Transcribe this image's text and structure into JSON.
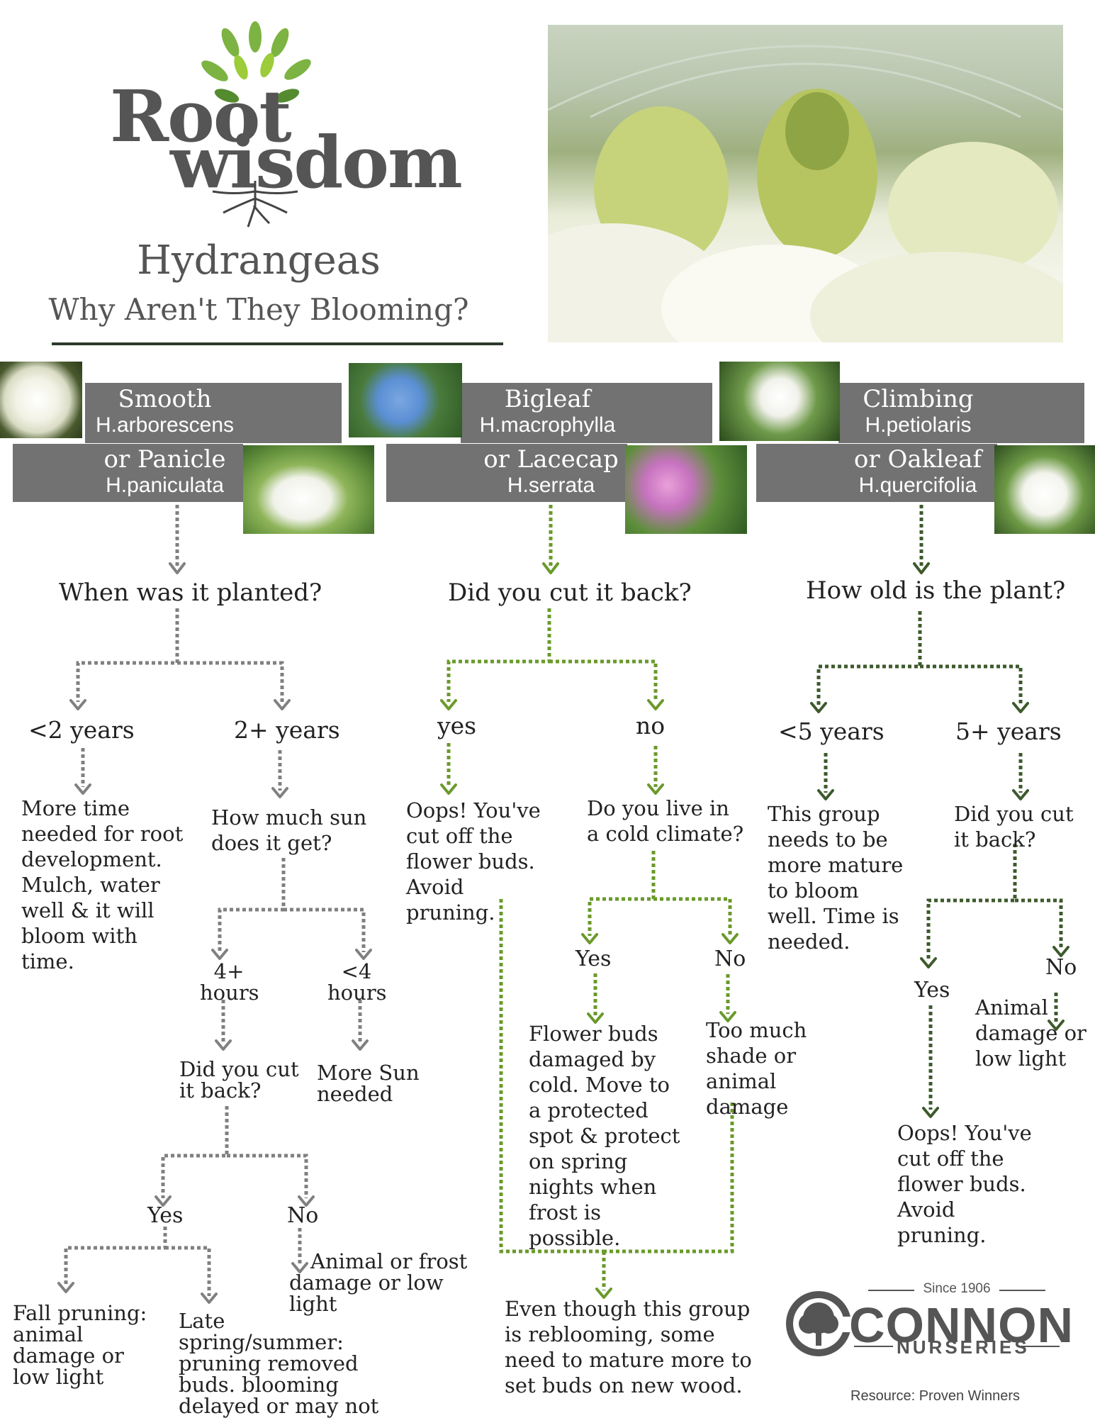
{
  "logo": {
    "line1": "Root",
    "line2": "wisdom"
  },
  "title": "Hydrangeas",
  "subtitle": "Why Aren't They Blooming?",
  "groups": [
    {
      "name1": "Smooth",
      "latin1": "H.arborescens",
      "name2": "or Panicle",
      "latin2": "H.paniculata",
      "question": "When was it planted?",
      "branch_a": "<2 years",
      "branch_b": "2+ years",
      "text_a": "More time needed for root development. Mulch, water well & it will bloom with time.",
      "q2": "How much sun does it get?",
      "sun_a": "4+ hours",
      "sun_b": "<4 hours",
      "q3": "Did you cut it back?",
      "text_sun_b": "More Sun needed",
      "yes": "Yes",
      "no": "No",
      "text_no": "Animal or frost damage or low light",
      "fall": "Fall pruning: animal damage or low light",
      "late": "Late spring/summer: pruning removed buds. blooming delayed or may not occur"
    },
    {
      "name1": "Bigleaf",
      "latin1": "H.macrophylla",
      "name2": "or Lacecap",
      "latin2": "H.serrata",
      "question": "Did you cut it back?",
      "branch_a": "yes",
      "branch_b": "no",
      "text_a": "Oops! You've cut off the flower buds. Avoid pruning.",
      "q2": "Do you live in a cold climate?",
      "yes": "Yes",
      "no": "No",
      "text_yes": "Flower buds damaged by cold. Move to a protected spot & protect on spring nights when frost is possible.",
      "text_no": "Too much shade or animal damage",
      "final": "Even though this group is reblooming, some need to mature more to set buds on new wood."
    },
    {
      "name1": "Climbing",
      "latin1": "H.petiolaris",
      "name2": "or Oakleaf",
      "latin2": "H.quercifolia",
      "question": "How old is the plant?",
      "branch_a": "<5 years",
      "branch_b": "5+ years",
      "text_a": "This group needs to be more mature to bloom well. Time is needed.",
      "q2": "Did you cut it back?",
      "yes": "Yes",
      "no": "No",
      "text_yes": "Oops! You've cut off the flower buds. Avoid pruning.",
      "text_no": "Animal damage or low light"
    }
  ],
  "brand": {
    "since": "Since 1906",
    "name": "CONNON",
    "sub": "NURSERIES"
  },
  "resource": "Resource: Proven Winners",
  "colors": {
    "gray_line": "#808080",
    "green_light": "#6a9a2a",
    "green_dark": "#3d5a2c",
    "header_bg": "#727272"
  }
}
